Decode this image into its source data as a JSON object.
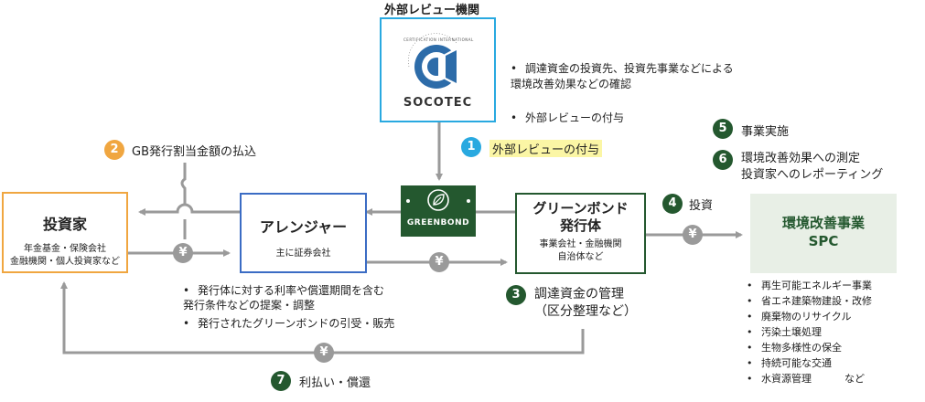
{
  "review_org": {
    "title": "外部レビュー機関",
    "logo_ring_text": "CERTIFICATION INTERNATIONAL",
    "logo_name": "SOCOTEC",
    "bullets": [
      "調達資金の投資先、投資先事業などによる\n環境改善効果などの確認",
      "外部レビューの付与"
    ]
  },
  "investor": {
    "title": "投資家",
    "sub": "年金基金・保険会社\n金融機関・個人投資家など"
  },
  "arranger": {
    "title": "アレンジャー",
    "sub": "主に証券会社",
    "bullets": [
      "発行体に対する利率や償還期間を含む\n発行条件などの提案・調整",
      "発行されたグリーンボンドの引受・販売"
    ]
  },
  "greenbond_label": "GREENBOND",
  "issuer": {
    "title": "グリーンボンド\n発行体",
    "sub": "事業会社・金融機関\n自治体など"
  },
  "spc": {
    "title": "環境改善事業\nSPC",
    "items": [
      "再生可能エネルギー事業",
      "省エネ建築物建設・改修",
      "廃棄物のリサイクル",
      "汚染土壌処理",
      "生物多様性の保全",
      "持続可能な交通",
      "水資源管理"
    ],
    "items_suffix": "など"
  },
  "yen": "¥",
  "steps": [
    {
      "num": "1",
      "text": "外部レビューの付与",
      "color": "#29a9e0"
    },
    {
      "num": "2",
      "text": "GB発行割当金額の払込",
      "color": "#f0a640"
    },
    {
      "num": "3",
      "text": "調達資金の管理\n（区分整理など）",
      "color": "#24582f"
    },
    {
      "num": "4",
      "text": "投資",
      "color": "#24582f"
    },
    {
      "num": "5",
      "text": "事業実施",
      "color": "#24582f"
    },
    {
      "num": "6",
      "text": "環境改善効果への測定\n投資家へのレポーティング",
      "color": "#24582f"
    },
    {
      "num": "7",
      "text": "利払い・償還",
      "color": "#24582f"
    }
  ]
}
